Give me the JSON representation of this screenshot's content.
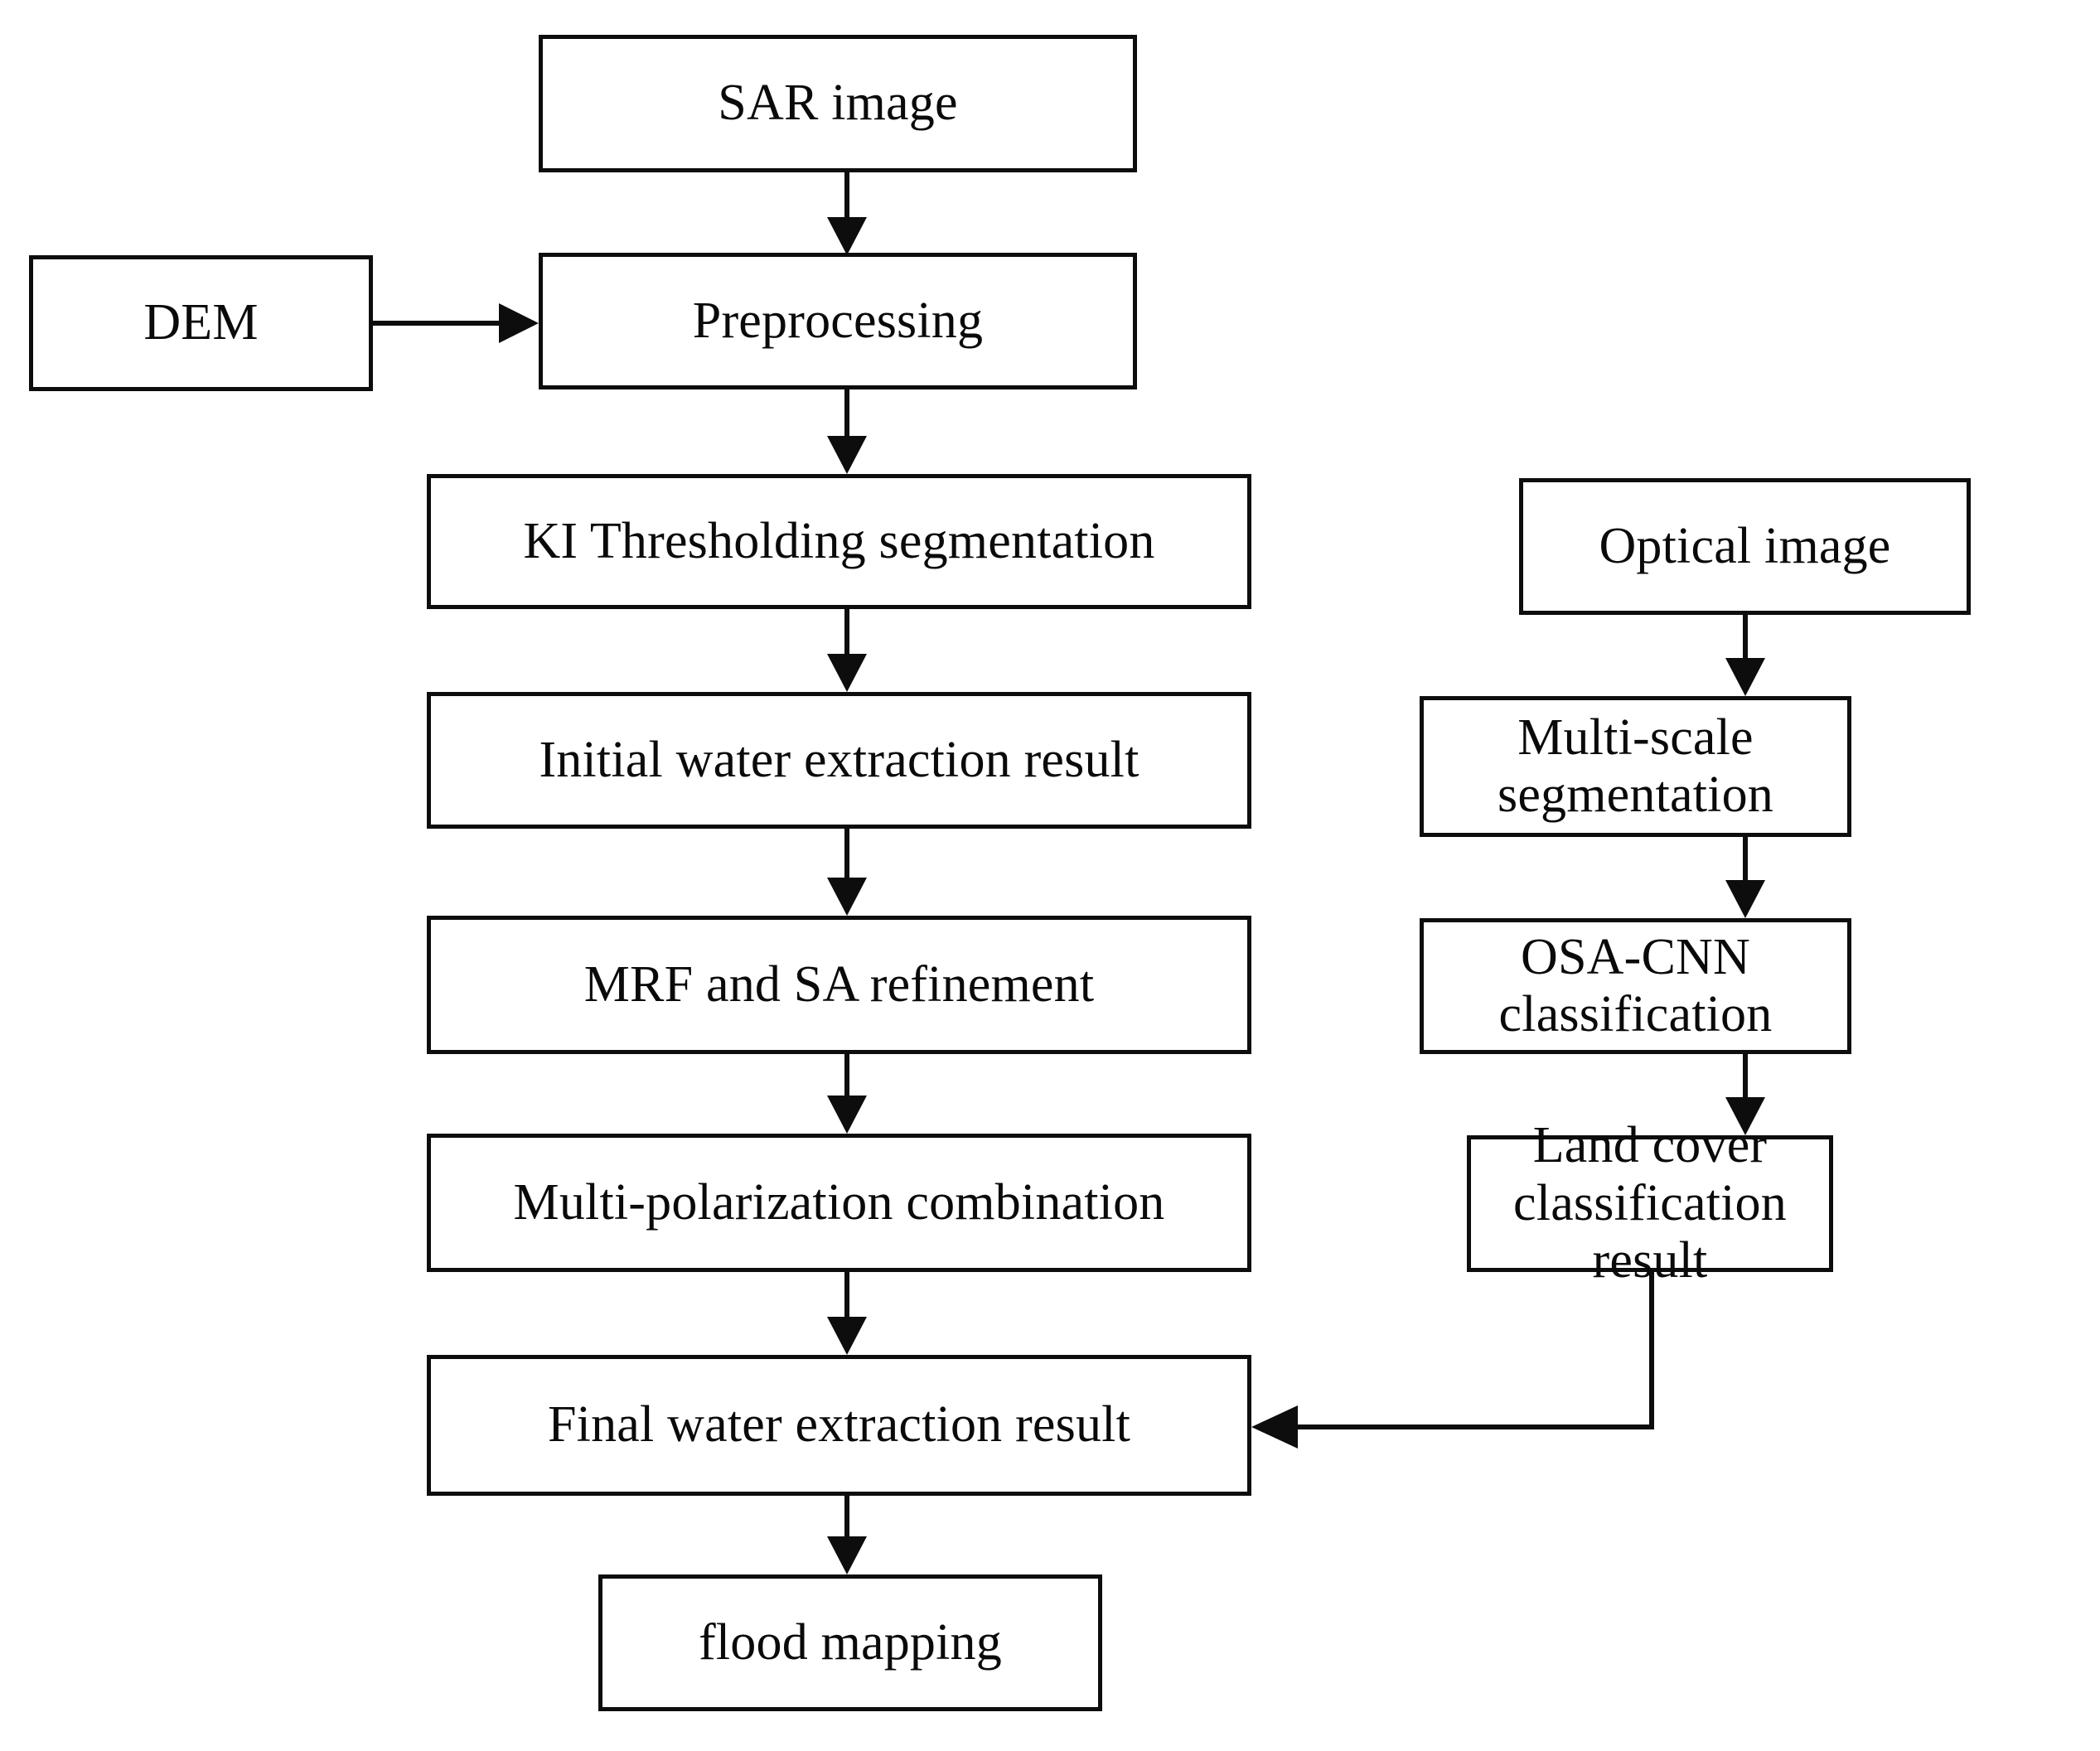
{
  "diagram": {
    "title": "Flood mapping workflow flowchart",
    "background_color": "#ffffff",
    "line_color": "#0d0d0d",
    "text_color": "#0a0a0a",
    "nodes": {
      "sar_image": "SAR image",
      "dem": "DEM",
      "preprocessing": "Preprocessing",
      "ki_thresholding": "KI Thresholding segmentation",
      "initial_water": "Initial water extraction result",
      "mrf_sa": "MRF and SA refinement",
      "multi_polarization": "Multi-polarization combination",
      "final_water": "Final water extraction result",
      "flood_mapping": "flood mapping",
      "optical_image": "Optical image",
      "multi_scale": "Multi-scale segmentation",
      "osa_cnn": "OSA-CNN classification",
      "land_cover": "Land cover\nclassification result"
    },
    "edges": [
      {
        "name": "sar-to-preprocessing",
        "from": "sar_image",
        "to": "preprocessing",
        "direction": "down"
      },
      {
        "name": "dem-to-preprocessing",
        "from": "dem",
        "to": "preprocessing",
        "direction": "right"
      },
      {
        "name": "preprocessing-to-ki",
        "from": "preprocessing",
        "to": "ki_thresholding",
        "direction": "down"
      },
      {
        "name": "ki-to-initial-water",
        "from": "ki_thresholding",
        "to": "initial_water",
        "direction": "down"
      },
      {
        "name": "initial-water-to-mrf",
        "from": "initial_water",
        "to": "mrf_sa",
        "direction": "down"
      },
      {
        "name": "mrf-to-multi-polarization",
        "from": "mrf_sa",
        "to": "multi_polarization",
        "direction": "down"
      },
      {
        "name": "multi-polarization-to-final-water",
        "from": "multi_polarization",
        "to": "final_water",
        "direction": "down"
      },
      {
        "name": "final-water-to-flood-mapping",
        "from": "final_water",
        "to": "flood_mapping",
        "direction": "down"
      },
      {
        "name": "optical-to-multi-scale",
        "from": "optical_image",
        "to": "multi_scale",
        "direction": "down"
      },
      {
        "name": "multi-scale-to-osa-cnn",
        "from": "multi_scale",
        "to": "osa_cnn",
        "direction": "down"
      },
      {
        "name": "osa-cnn-to-land-cover",
        "from": "osa_cnn",
        "to": "land_cover",
        "direction": "down"
      },
      {
        "name": "land-cover-to-final-water",
        "from": "land_cover",
        "to": "final_water",
        "direction": "elbow-left"
      }
    ]
  }
}
